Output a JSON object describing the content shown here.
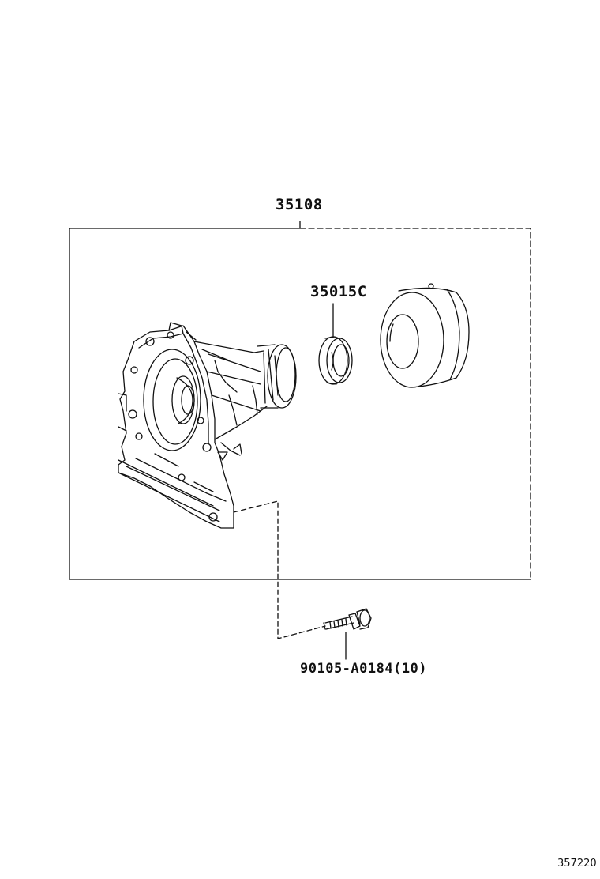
{
  "labels": {
    "assembly_part": "35108",
    "oil_seal_part": "35015C",
    "bolt_part": "90105-A0184(10)",
    "illustration_ref": "357220"
  },
  "colors": {
    "line": "#111111",
    "background": "#ffffff"
  }
}
